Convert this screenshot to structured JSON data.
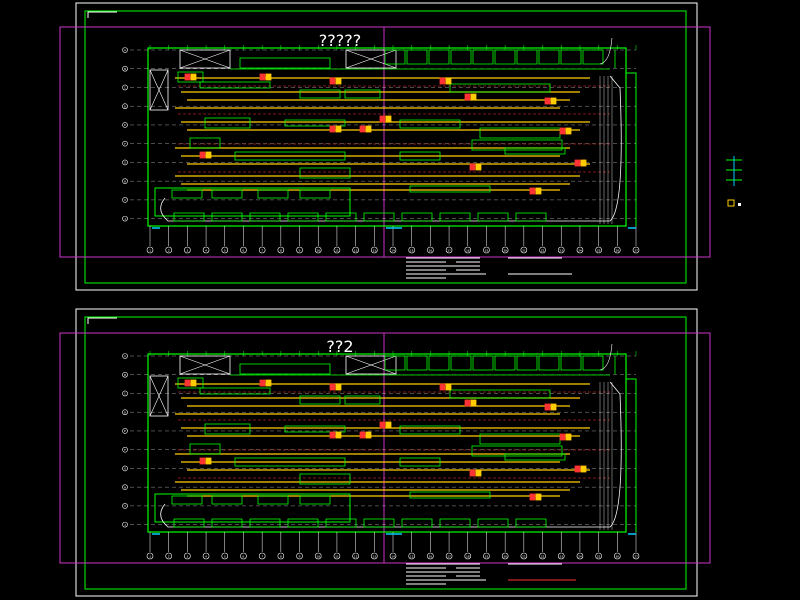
{
  "sheets": [
    {
      "title": "?????",
      "grid_numbers": [
        "1",
        "2",
        "3",
        "4",
        "5",
        "6",
        "7",
        "8",
        "9",
        "10",
        "11",
        "12",
        "13",
        "14",
        "15",
        "16",
        "17",
        "18",
        "19",
        "20",
        "21",
        "22",
        "23",
        "24",
        "25",
        "26",
        "27"
      ],
      "row_letters": [
        "A",
        "B",
        "C",
        "D",
        "E",
        "F",
        "G",
        "H",
        "I",
        "J"
      ]
    },
    {
      "title": "??2",
      "grid_numbers": [
        "1",
        "2",
        "3",
        "4",
        "5",
        "6",
        "7",
        "8",
        "9",
        "10",
        "11",
        "12",
        "13",
        "14",
        "15",
        "16",
        "17",
        "18",
        "19",
        "20",
        "21",
        "22",
        "23",
        "24",
        "25",
        "26",
        "27"
      ],
      "row_letters": [
        "A",
        "B",
        "C",
        "D",
        "E",
        "F",
        "G",
        "H",
        "I",
        "J"
      ]
    }
  ],
  "colors": {
    "background": "#000000",
    "sheet_frame": "#ffffff",
    "border": "#00ff00",
    "viewport": "#cc33cc",
    "conveyor": "#ffcc00",
    "equipment": "#ff3333",
    "cyan": "#00ccff"
  }
}
